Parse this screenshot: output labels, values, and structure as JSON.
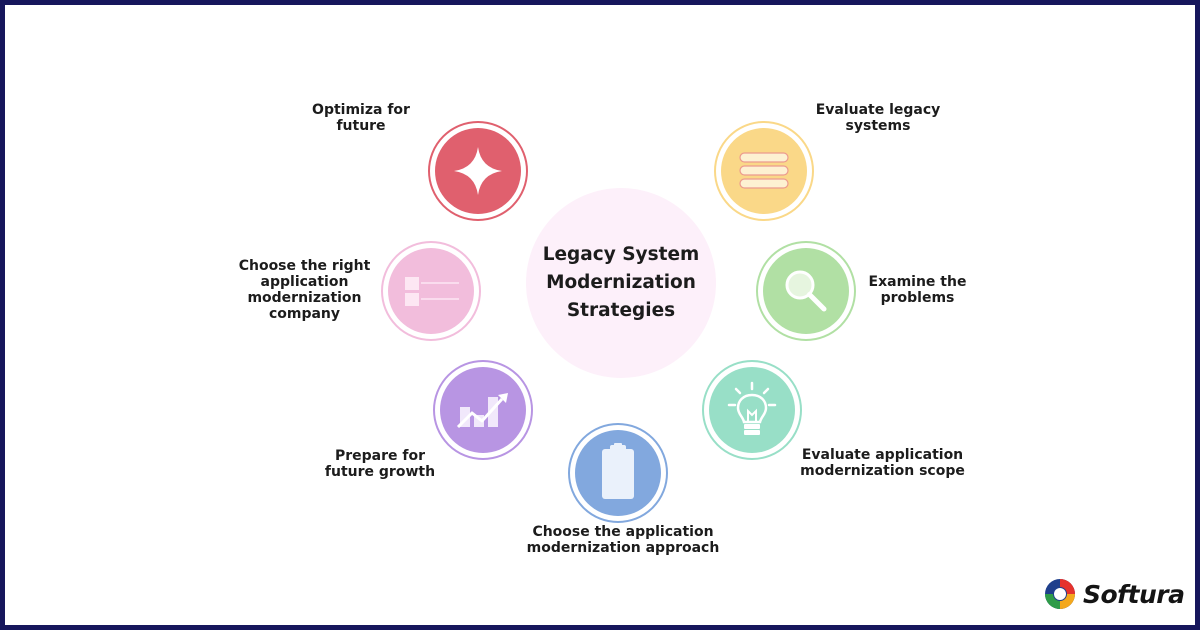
{
  "title": "Legacy System\nModernization\nStrategies",
  "colors": {
    "frame": "#16165c",
    "center_bg": "#fdf0fa",
    "optimize": "#e0606e",
    "evaluate_legacy": "#fad888",
    "examine": "#b1e0a4",
    "evaluate_scope": "#98dfc7",
    "approach": "#82a8de",
    "growth": "#b895e3",
    "company": "#f2bddc"
  },
  "steps": [
    {
      "id": "evaluate-legacy",
      "label": "Evaluate legacy\nsystems",
      "icon": "list-icon"
    },
    {
      "id": "examine",
      "label": "Examine the\nproblems",
      "icon": "magnifier-icon"
    },
    {
      "id": "evaluate-scope",
      "label": "Evaluate application\nmodernization scope",
      "icon": "lightbulb-icon"
    },
    {
      "id": "approach",
      "label": "Choose the application\nmodernization approach",
      "icon": "clipboard-icon"
    },
    {
      "id": "growth",
      "label": "Prepare for\nfuture growth",
      "icon": "growth-chart-icon"
    },
    {
      "id": "company",
      "label": "Choose the right\napplication\nmodernization\ncompany",
      "icon": "checklist-icon"
    },
    {
      "id": "optimize",
      "label": "Optimiza for\nfuture",
      "icon": "sparkle-icon"
    }
  ],
  "brand": {
    "name": "Softura",
    "logo": "softura-logo-icon"
  }
}
